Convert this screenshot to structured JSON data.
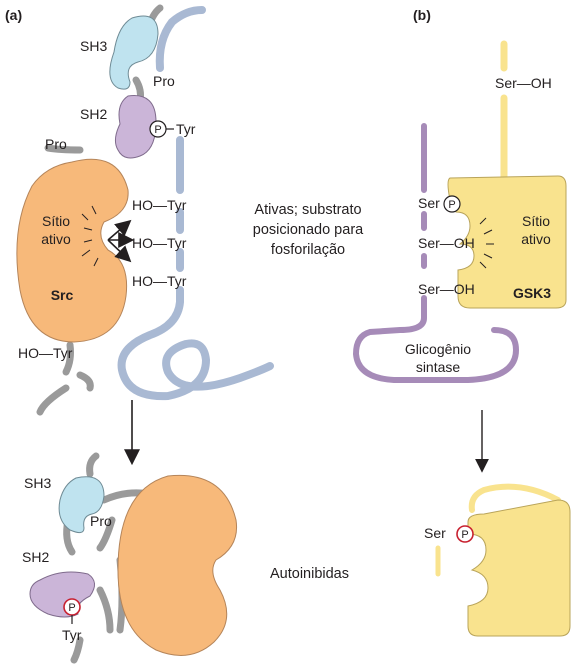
{
  "panels": {
    "a": {
      "tag": "(a)",
      "top": {
        "sh3": "SH3",
        "sh2": "SH2",
        "pro_upper": "Pro",
        "pro_left": "Pro",
        "p_mark": "P",
        "tyr_phos": "Tyr",
        "site_line1": "Sítio",
        "site_line2": "ativo",
        "kinase": "Src",
        "substrates": [
          "HO—Tyr",
          "HO—Tyr",
          "HO—Tyr"
        ],
        "lower_tyr": "HO—Tyr"
      },
      "caption_line1": "Ativas; substrato",
      "caption_line2": "posicionado para",
      "caption_line3": "fosforilação",
      "bottom": {
        "sh3": "SH3",
        "sh2": "SH2",
        "pro": "Pro",
        "p_mark": "P",
        "tyr": "Tyr",
        "caption": "Autoinibidas"
      }
    },
    "b": {
      "tag": "(b)",
      "top": {
        "ser_oh_top": "Ser—OH",
        "ser_p": "Ser",
        "p_mark": "P",
        "ser_oh_1": "Ser—OH",
        "ser_oh_2": "Ser—OH",
        "site_line1": "Sítio",
        "site_line2": "ativo",
        "kinase": "GSK3",
        "substrate_line1": "Glicogênio",
        "substrate_line2": "sintase"
      },
      "bottom": {
        "ser": "Ser",
        "p_mark": "P"
      }
    }
  },
  "colors": {
    "src_orange": "#f7b97a",
    "sh3_blue": "#bfe3ef",
    "sh2_purple": "#cbb5d8",
    "chain_blue": "#a9b9d3",
    "chain_grey": "#9a9a9a",
    "gsk3_yellow": "#f9e38e",
    "glyco_purple": "#a68bb8",
    "phospho_red": "#c8202f"
  }
}
